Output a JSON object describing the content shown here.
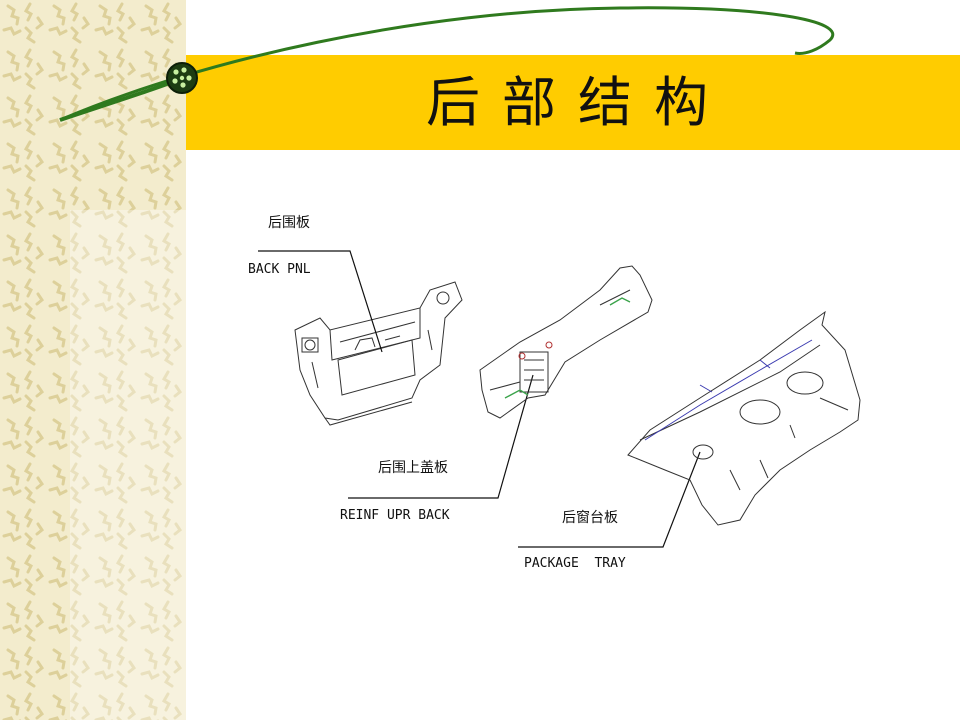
{
  "slide": {
    "title": "后部结构",
    "colors": {
      "title_band": "#ffcc00",
      "swoosh": "#2f7a1e",
      "background_pattern": "#f3eccd"
    }
  },
  "parts": [
    {
      "cn_label": "后围板",
      "en_label": "BACK PNL"
    },
    {
      "cn_label": "后围上盖板",
      "en_label": "REINF UPR BACK"
    },
    {
      "cn_label": "后窗台板",
      "en_label": "PACKAGE  TRAY"
    }
  ],
  "icons": [
    "bullet-ball-icon"
  ]
}
